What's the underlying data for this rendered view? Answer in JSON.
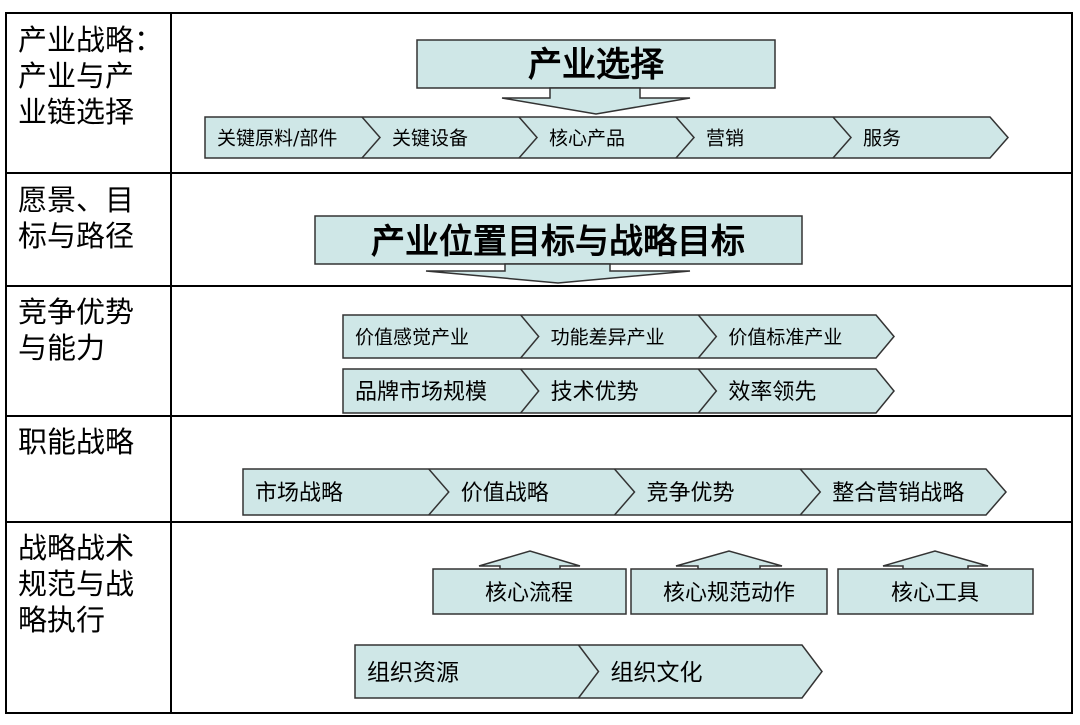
{
  "rows": [
    {
      "label": "产业战略：\n产业与产\n业链选择"
    },
    {
      "label": "愿景、目\n标与路径"
    },
    {
      "label": "竞争优势\n与能力"
    },
    {
      "label": "职能战略"
    },
    {
      "label": "战略战术\n规范与战\n略执行"
    }
  ],
  "row1": {
    "header": "产业选择",
    "chain": [
      "关键原料/部件",
      "关键设备",
      "核心产品",
      "营销",
      "服务"
    ]
  },
  "row2": {
    "header": "产业位置目标与战略目标"
  },
  "row3": {
    "chain_a": [
      "价值感觉产业",
      "功能差异产业",
      "价值标准产业"
    ],
    "chain_b": [
      "品牌市场规模",
      "技术优势",
      "效率领先"
    ]
  },
  "row4": {
    "chain": [
      "市场战略",
      "价值战略",
      "竞争优势",
      "整合营销战略"
    ]
  },
  "row5": {
    "boxes": [
      "核心流程",
      "核心规范动作",
      "核心工具"
    ],
    "chain": [
      "组织资源",
      "组织文化"
    ]
  },
  "colors": {
    "fill": "#cfe7e7",
    "stroke": "#333333",
    "border": "#000000"
  }
}
